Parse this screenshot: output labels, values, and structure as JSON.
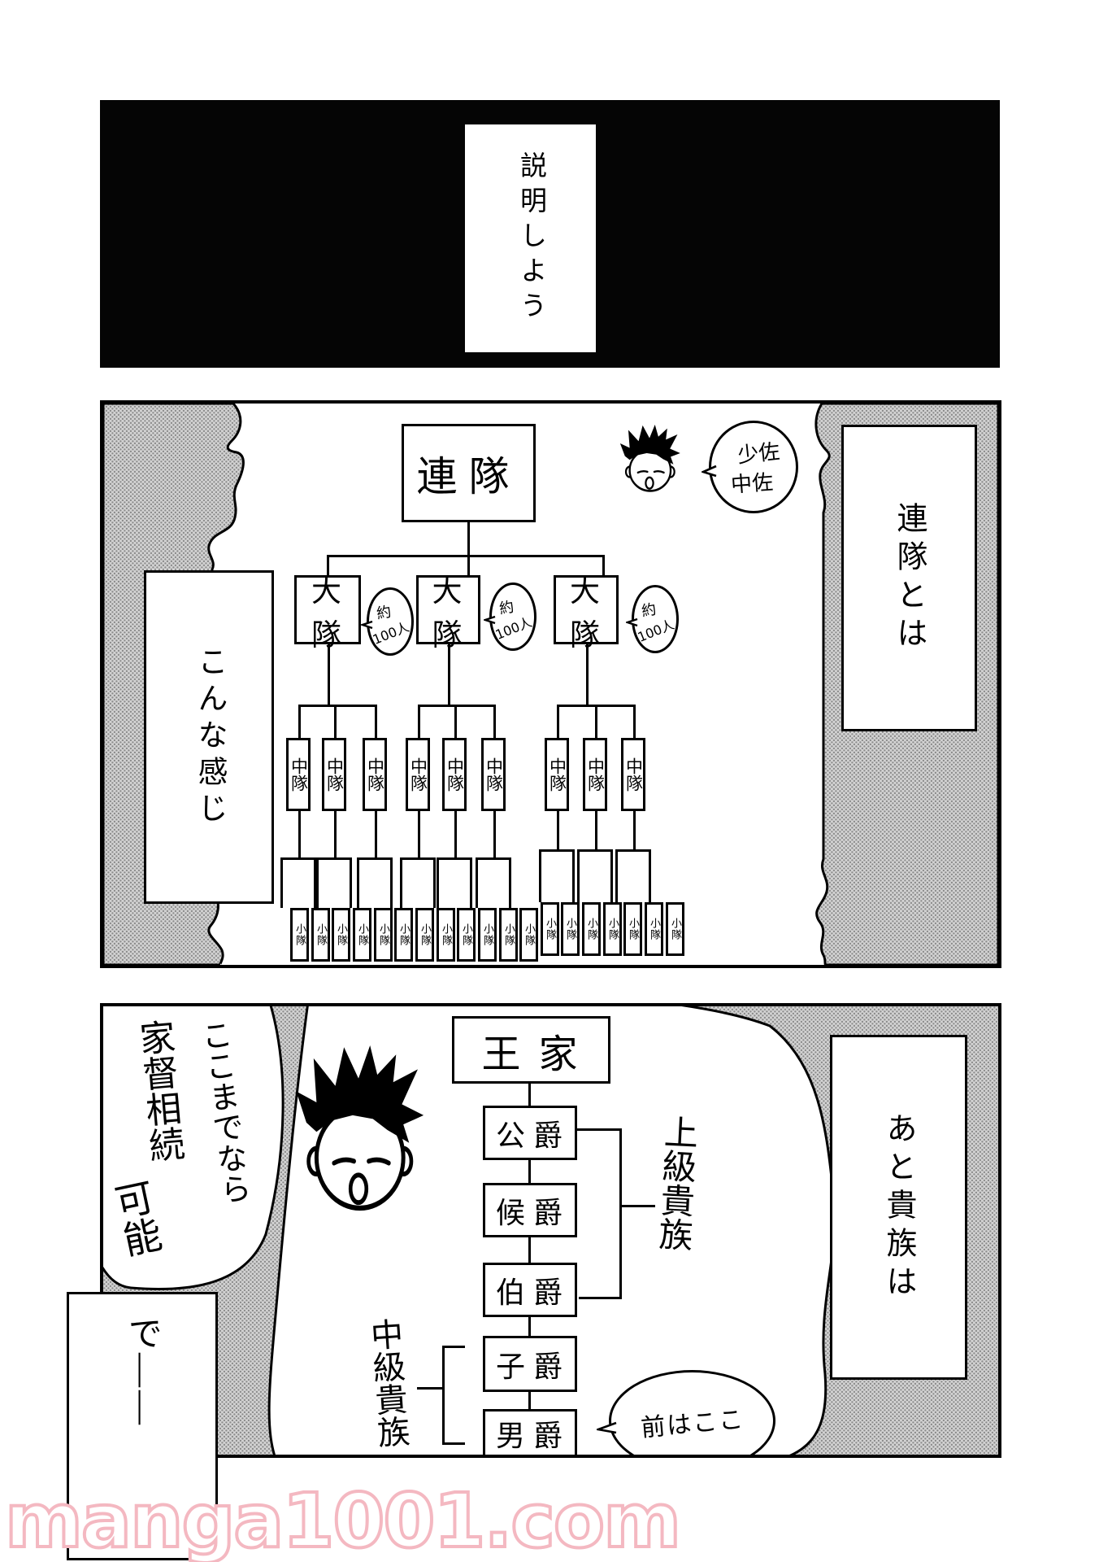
{
  "colors": {
    "ink": "#000000",
    "halftone": "#c9c9c9",
    "watermark_pink": "#f4b8c1",
    "paper": "#ffffff"
  },
  "watermark": {
    "text": "manga1001.com"
  },
  "panel1": {
    "caption": "説明しよう"
  },
  "panel2": {
    "caption_left": "こんな感じ",
    "caption_right": "連隊とは",
    "speech_bubble": [
      "少佐",
      "中佐"
    ],
    "chart": {
      "root": "連隊",
      "battalion_label": "大隊",
      "battalion_count": 3,
      "battalion_note": [
        "約",
        "100人"
      ],
      "company_label": "中隊",
      "company_count": 9,
      "platoon_label": "小隊",
      "platoon_count": 19
    }
  },
  "panel3": {
    "caption_right": "あと貴族は",
    "handwritten_note": [
      "ここまでなら",
      "家督相続",
      "可能"
    ],
    "chart": {
      "root": "王家",
      "ranks": [
        "公爵",
        "候爵",
        "伯爵",
        "子爵",
        "男爵"
      ],
      "upper_nobility_label": "上級貴族",
      "middle_nobility_label": "中級貴族",
      "note_bubble": "前はここ"
    },
    "aside": "で――"
  }
}
